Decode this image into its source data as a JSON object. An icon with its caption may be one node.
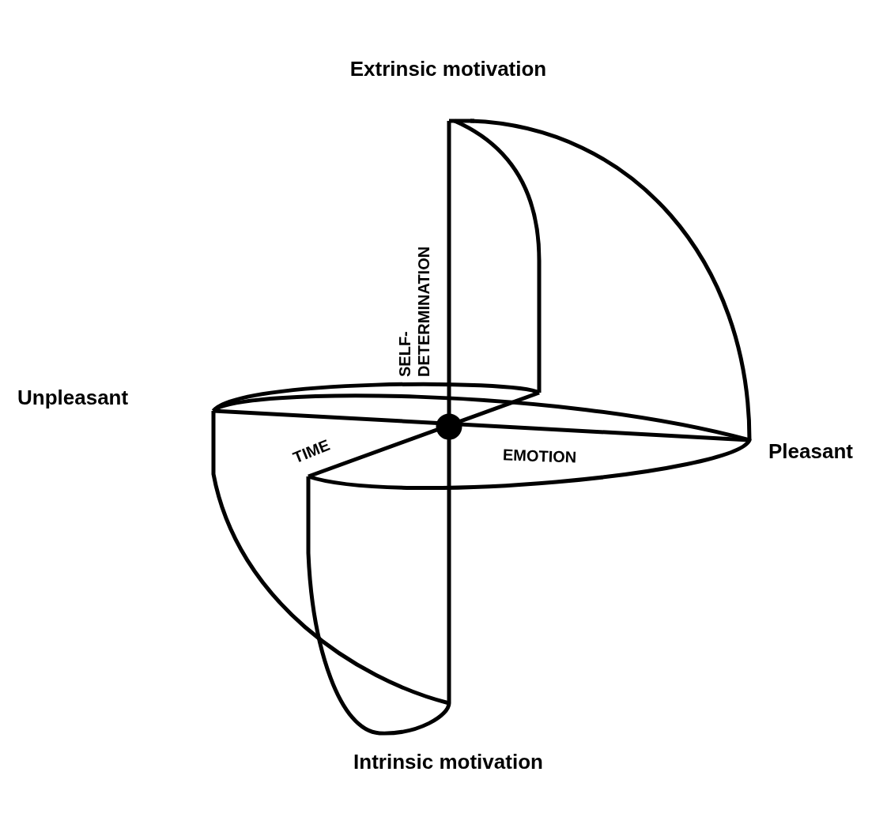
{
  "diagram": {
    "labels": [
      "Extrinsic motivation",
      "SELF-DETERMINATION",
      "Unpleasant",
      "TIME",
      "EMOTION",
      "Pleasant",
      "Intrinsic motivation"
    ]
  }
}
